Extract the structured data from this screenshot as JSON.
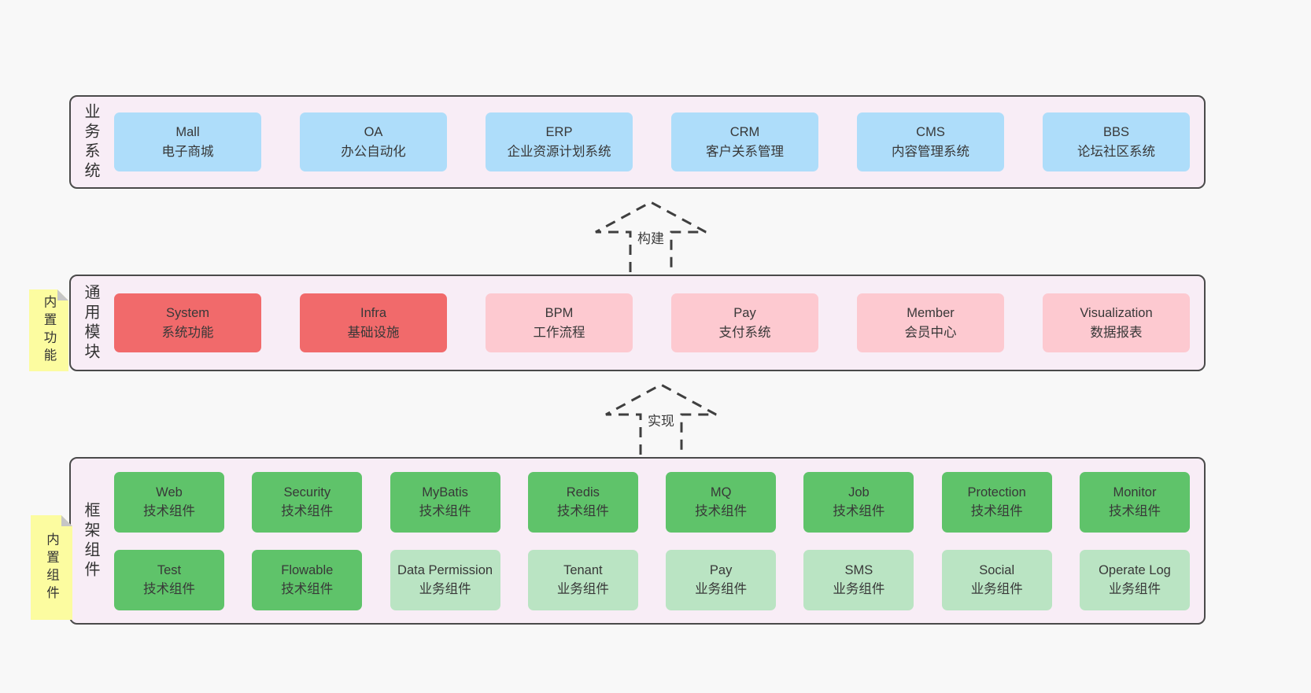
{
  "colors": {
    "page_bg": "#f8f8f8",
    "layer_bg": "#f8edf6",
    "layer_border": "#4a4a4a",
    "blue": "#aeddfa",
    "red": "#f16a6b",
    "pink": "#fdc9d0",
    "green": "#5fc36a",
    "light_green": "#bae4c3",
    "note_yellow": "#fcfca0",
    "note_fold": "#c6c6c6",
    "text": "#383838"
  },
  "arrows": [
    {
      "label": "构建"
    },
    {
      "label": "实现"
    }
  ],
  "layers": [
    {
      "label": "业务系统",
      "rows": [
        [
          {
            "name": "Mall",
            "desc": "电子商城",
            "color": "blue"
          },
          {
            "name": "OA",
            "desc": "办公自动化",
            "color": "blue"
          },
          {
            "name": "ERP",
            "desc": "企业资源计划系统",
            "color": "blue"
          },
          {
            "name": "CRM",
            "desc": "客户关系管理",
            "color": "blue"
          },
          {
            "name": "CMS",
            "desc": "内容管理系统",
            "color": "blue"
          },
          {
            "name": "BBS",
            "desc": "论坛社区系统",
            "color": "blue"
          }
        ]
      ]
    },
    {
      "label": "通用模块",
      "note": "内置功能",
      "rows": [
        [
          {
            "name": "System",
            "desc": "系统功能",
            "color": "red"
          },
          {
            "name": "Infra",
            "desc": "基础设施",
            "color": "red"
          },
          {
            "name": "BPM",
            "desc": "工作流程",
            "color": "pink"
          },
          {
            "name": "Pay",
            "desc": "支付系统",
            "color": "pink"
          },
          {
            "name": "Member",
            "desc": "会员中心",
            "color": "pink"
          },
          {
            "name": "Visualization",
            "desc": "数据报表",
            "color": "pink"
          }
        ]
      ]
    },
    {
      "label": "框架组件",
      "note": "内置组件",
      "rows": [
        [
          {
            "name": "Web",
            "desc": "技术组件",
            "color": "green"
          },
          {
            "name": "Security",
            "desc": "技术组件",
            "color": "green"
          },
          {
            "name": "MyBatis",
            "desc": "技术组件",
            "color": "green"
          },
          {
            "name": "Redis",
            "desc": "技术组件",
            "color": "green"
          },
          {
            "name": "MQ",
            "desc": "技术组件",
            "color": "green"
          },
          {
            "name": "Job",
            "desc": "技术组件",
            "color": "green"
          },
          {
            "name": "Protection",
            "desc": "技术组件",
            "color": "green"
          },
          {
            "name": "Monitor",
            "desc": "技术组件",
            "color": "green"
          }
        ],
        [
          {
            "name": "Test",
            "desc": "技术组件",
            "color": "green"
          },
          {
            "name": "Flowable",
            "desc": "技术组件",
            "color": "green"
          },
          {
            "name": "Data Permission",
            "desc": "业务组件",
            "color": "light_green"
          },
          {
            "name": "Tenant",
            "desc": "业务组件",
            "color": "light_green"
          },
          {
            "name": "Pay",
            "desc": "业务组件",
            "color": "light_green"
          },
          {
            "name": "SMS",
            "desc": "业务组件",
            "color": "light_green"
          },
          {
            "name": "Social",
            "desc": "业务组件",
            "color": "light_green"
          },
          {
            "name": "Operate Log",
            "desc": "业务组件",
            "color": "light_green"
          }
        ]
      ]
    }
  ]
}
